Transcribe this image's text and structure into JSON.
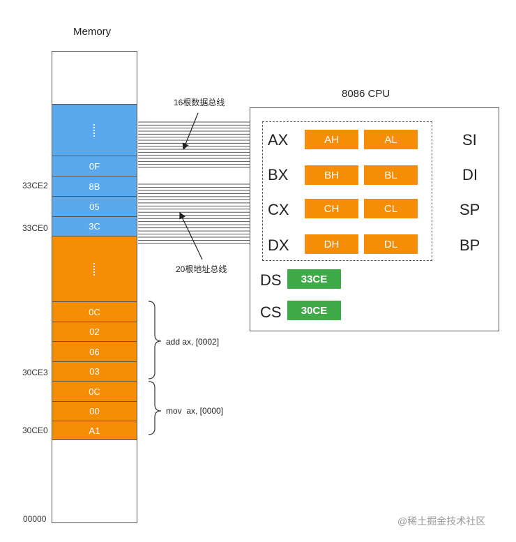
{
  "memory": {
    "title": "Memory",
    "cells": [
      {
        "label": "",
        "dots": true,
        "color": "blue"
      },
      {
        "label": "0F",
        "color": "blue"
      },
      {
        "label": "8B",
        "color": "blue"
      },
      {
        "label": "05",
        "color": "blue"
      },
      {
        "label": "3C",
        "color": "blue"
      },
      {
        "label": "",
        "dots": true,
        "color": "orange"
      },
      {
        "label": "0C",
        "color": "orange"
      },
      {
        "label": "02",
        "color": "orange"
      },
      {
        "label": "06",
        "color": "orange"
      },
      {
        "label": "03",
        "color": "orange"
      },
      {
        "label": "0C",
        "color": "orange"
      },
      {
        "label": "00",
        "color": "orange"
      },
      {
        "label": "A1",
        "color": "orange"
      }
    ],
    "addresses": [
      "33CE2",
      "33CE0",
      "30CE3",
      "30CE0",
      "00000"
    ]
  },
  "buses": {
    "data_bus_label": "16根数据总线",
    "address_bus_label": "20根地址总线"
  },
  "instructions": [
    "add ax, [0002]",
    "mov  ax, [0000]"
  ],
  "cpu": {
    "title": "8086 CPU",
    "general_registers": [
      {
        "name": "AX",
        "high": "AH",
        "low": "AL"
      },
      {
        "name": "BX",
        "high": "BH",
        "low": "BL"
      },
      {
        "name": "CX",
        "high": "CH",
        "low": "CL"
      },
      {
        "name": "DX",
        "high": "DH",
        "low": "DL"
      }
    ],
    "index_registers": [
      "SI",
      "DI",
      "SP",
      "BP"
    ],
    "segment_registers": [
      {
        "name": "DS",
        "value": "33CE"
      },
      {
        "name": "CS",
        "value": "30CE"
      }
    ]
  },
  "colors": {
    "memory_blue": "#5aa9ee",
    "memory_orange": "#f68d07",
    "register_orange": "#f68d07",
    "segment_green": "#3faa48"
  },
  "watermark": "@稀土掘金技术社区"
}
